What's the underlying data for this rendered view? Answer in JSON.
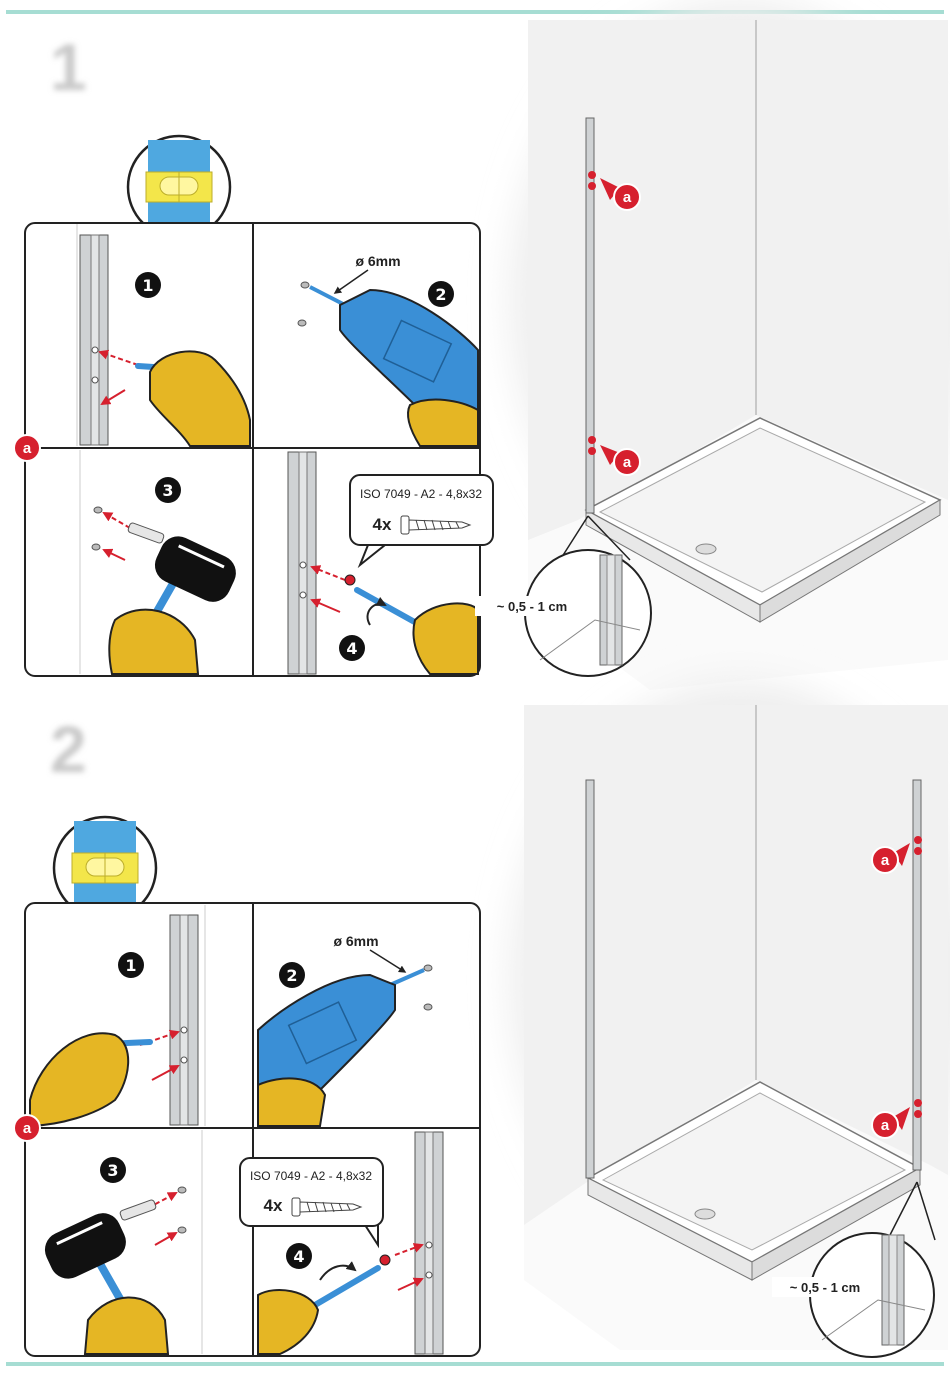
{
  "sections": [
    {
      "number": "1",
      "steps": [
        "1",
        "2",
        "3",
        "4"
      ],
      "drill_size": "ø 6mm",
      "screw_spec": "ISO 7049 - A2 - 4,8x32",
      "screw_count": "4x",
      "gap_label": "~ 0,5 - 1 cm",
      "marker": "a"
    },
    {
      "number": "2",
      "steps": [
        "1",
        "2",
        "3",
        "4"
      ],
      "drill_size": "ø 6mm",
      "screw_spec": "ISO 7049 - A2 - 4,8x32",
      "screw_count": "4x",
      "gap_label": "~ 0,5 - 1 cm",
      "marker": "a"
    }
  ],
  "colors": {
    "rule": "#a6ddd3",
    "frame": "#222222",
    "red": "#d6202e",
    "blue": "#3a8fd6",
    "glove": "#e5b624",
    "wall": "#f0f0f0",
    "profile": "#cfd2d4",
    "level": "#4fa8e0",
    "bubble": "#f3e64a"
  }
}
